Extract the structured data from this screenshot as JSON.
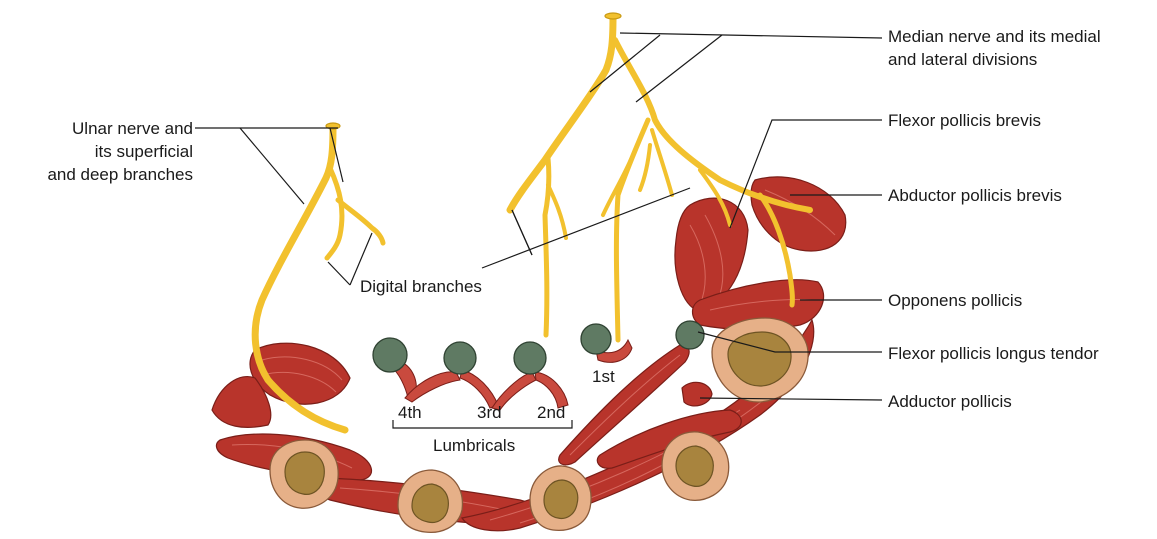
{
  "labels": {
    "ulnar": [
      "Ulnar nerve and",
      "its superficial",
      "and deep branches"
    ],
    "median": [
      "Median nerve and its medial",
      "and lateral divisions"
    ],
    "fpb": "Flexor pollicis brevis",
    "apb": "Abductor pollicis brevis",
    "digital": "Digital branches",
    "opponens": "Opponens pollicis",
    "fpl": "Flexor pollicis longus tendor",
    "adductor": "Adductor pollicis",
    "lumbricals": {
      "title": "Lumbricals",
      "l4": "4th",
      "l3": "3rd",
      "l2": "2nd",
      "l1": "1st"
    }
  },
  "colors": {
    "nerve": "#f2c12e",
    "muscle": "#b8342b",
    "tendon_sheath": "#e6b088",
    "tendon_core": "#a8843e",
    "lumbrical_head": "#5f7a63"
  }
}
